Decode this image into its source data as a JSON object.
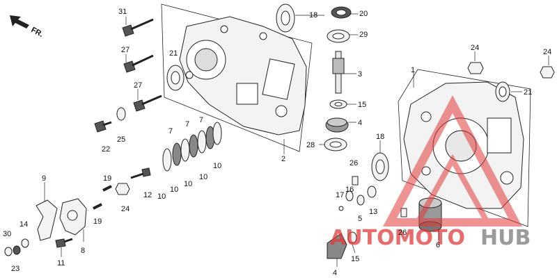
{
  "diagram": {
    "direction_label": "FR.",
    "watermark": {
      "brand_a": "AUTOMOTO",
      "brand_b": "HUB"
    },
    "callouts": {
      "c31": "31",
      "c27a": "27",
      "c21a": "21",
      "c18a": "18",
      "c20": "20",
      "c29": "29",
      "c3": "3",
      "c15a": "15",
      "c4a": "4",
      "c28": "28",
      "c2": "2",
      "c1": "1",
      "c24a": "24",
      "c24b": "24",
      "c21b": "21",
      "c27b": "27",
      "c22": "22",
      "c25": "25",
      "c7a": "7",
      "c7b": "7",
      "c7c": "7",
      "c10a": "10",
      "c10b": "10",
      "c10c": "10",
      "c10d": "10",
      "c10e": "10",
      "c12": "12",
      "c19a": "19",
      "c19b": "19",
      "c24c": "24",
      "c9": "9",
      "c14": "14",
      "c30": "30",
      "c23": "23",
      "c8": "8",
      "c11": "11",
      "c18b": "18",
      "c26a": "26",
      "c17": "17",
      "c16": "16",
      "c5": "5",
      "c13": "13",
      "c26b": "26",
      "c6": "6",
      "c4b": "4",
      "c15b": "15"
    }
  }
}
